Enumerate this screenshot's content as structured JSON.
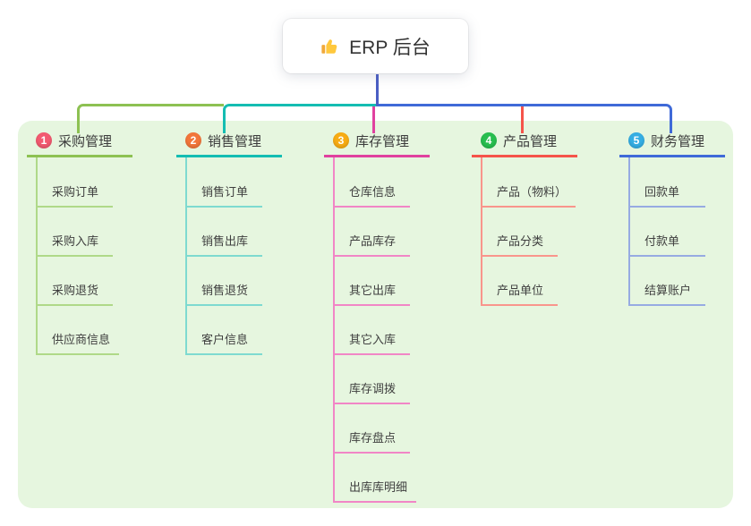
{
  "root": {
    "title": "ERP 后台",
    "icon": "thumbs-up-icon"
  },
  "colors": {
    "canvas": "#E6F6DF",
    "root_stub": "#4A5EC4",
    "text": "#3C3C3C"
  },
  "branches": [
    {
      "index": "1",
      "title": "采购管理",
      "color": "#8DC152",
      "light": "#AFD988",
      "badge": "#F25A70",
      "children": [
        "采购订单",
        "采购入库",
        "采购退货",
        "供应商信息"
      ]
    },
    {
      "index": "2",
      "title": "销售管理",
      "color": "#14BDB2",
      "light": "#7EDAD0",
      "badge": "#F2763B",
      "children": [
        "销售订单",
        "销售出库",
        "销售退货",
        "客户信息"
      ]
    },
    {
      "index": "3",
      "title": "库存管理",
      "color": "#E0419F",
      "light": "#F186C6",
      "badge": "#F7AC14",
      "children": [
        "仓库信息",
        "产品库存",
        "其它出库",
        "其它入库",
        "库存调拨",
        "库存盘点",
        "出库库明细"
      ]
    },
    {
      "index": "4",
      "title": "产品管理",
      "color": "#F5544A",
      "light": "#F9958C",
      "badge": "#27BE4F",
      "children": [
        "产品（物料）",
        "产品分类",
        "产品单位"
      ]
    },
    {
      "index": "5",
      "title": "财务管理",
      "color": "#3F6AD8",
      "light": "#97ABE2",
      "badge": "#35AEE3",
      "children": [
        "回款单",
        "付款单",
        "结算账户"
      ]
    }
  ]
}
